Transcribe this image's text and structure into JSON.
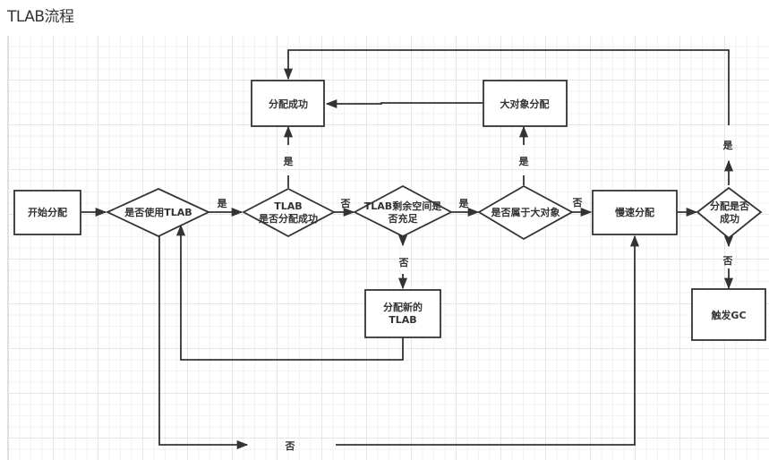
{
  "page": {
    "title": "TLAB流程"
  },
  "diagram": {
    "nodes": {
      "start": {
        "type": "process",
        "lines": [
          "开始分配"
        ]
      },
      "use_tlab": {
        "type": "decision",
        "lines": [
          "是否使用TLAB"
        ]
      },
      "tlab_success": {
        "type": "decision",
        "lines": [
          "TLAB",
          "是否分配成功"
        ]
      },
      "tlab_space": {
        "type": "decision",
        "lines": [
          "TLAB剩余空间是",
          "否充足"
        ]
      },
      "large_object": {
        "type": "decision",
        "lines": [
          "是否属于大对象"
        ]
      },
      "slow_alloc": {
        "type": "process",
        "lines": [
          "慢速分配"
        ]
      },
      "alloc_success_check": {
        "type": "decision",
        "lines": [
          "分配是否",
          "成功"
        ]
      },
      "alloc_success": {
        "type": "process",
        "lines": [
          "分配成功"
        ]
      },
      "large_alloc": {
        "type": "process",
        "lines": [
          "大对象分配"
        ]
      },
      "new_tlab": {
        "type": "process",
        "lines": [
          "分配新的",
          "TLAB"
        ]
      },
      "trigger_gc": {
        "type": "process",
        "lines": [
          "触发GC"
        ]
      }
    },
    "edges": [
      {
        "from": "start",
        "to": "use_tlab",
        "label": ""
      },
      {
        "from": "use_tlab",
        "to": "tlab_success",
        "label": "是"
      },
      {
        "from": "tlab_success",
        "to": "alloc_success",
        "label": "是"
      },
      {
        "from": "tlab_success",
        "to": "tlab_space",
        "label": "否"
      },
      {
        "from": "tlab_space",
        "to": "large_object",
        "label": "是"
      },
      {
        "from": "tlab_space",
        "to": "new_tlab",
        "label": "否"
      },
      {
        "from": "new_tlab",
        "to": "use_tlab",
        "label": ""
      },
      {
        "from": "large_object",
        "to": "large_alloc",
        "label": "是"
      },
      {
        "from": "large_object",
        "to": "slow_alloc",
        "label": "否"
      },
      {
        "from": "large_alloc",
        "to": "alloc_success",
        "label": ""
      },
      {
        "from": "slow_alloc",
        "to": "alloc_success_check",
        "label": ""
      },
      {
        "from": "alloc_success_check",
        "to": "alloc_success",
        "label": "是"
      },
      {
        "from": "alloc_success_check",
        "to": "trigger_gc",
        "label": "否"
      },
      {
        "from": "use_tlab",
        "to": "slow_alloc",
        "label": "否"
      }
    ]
  }
}
